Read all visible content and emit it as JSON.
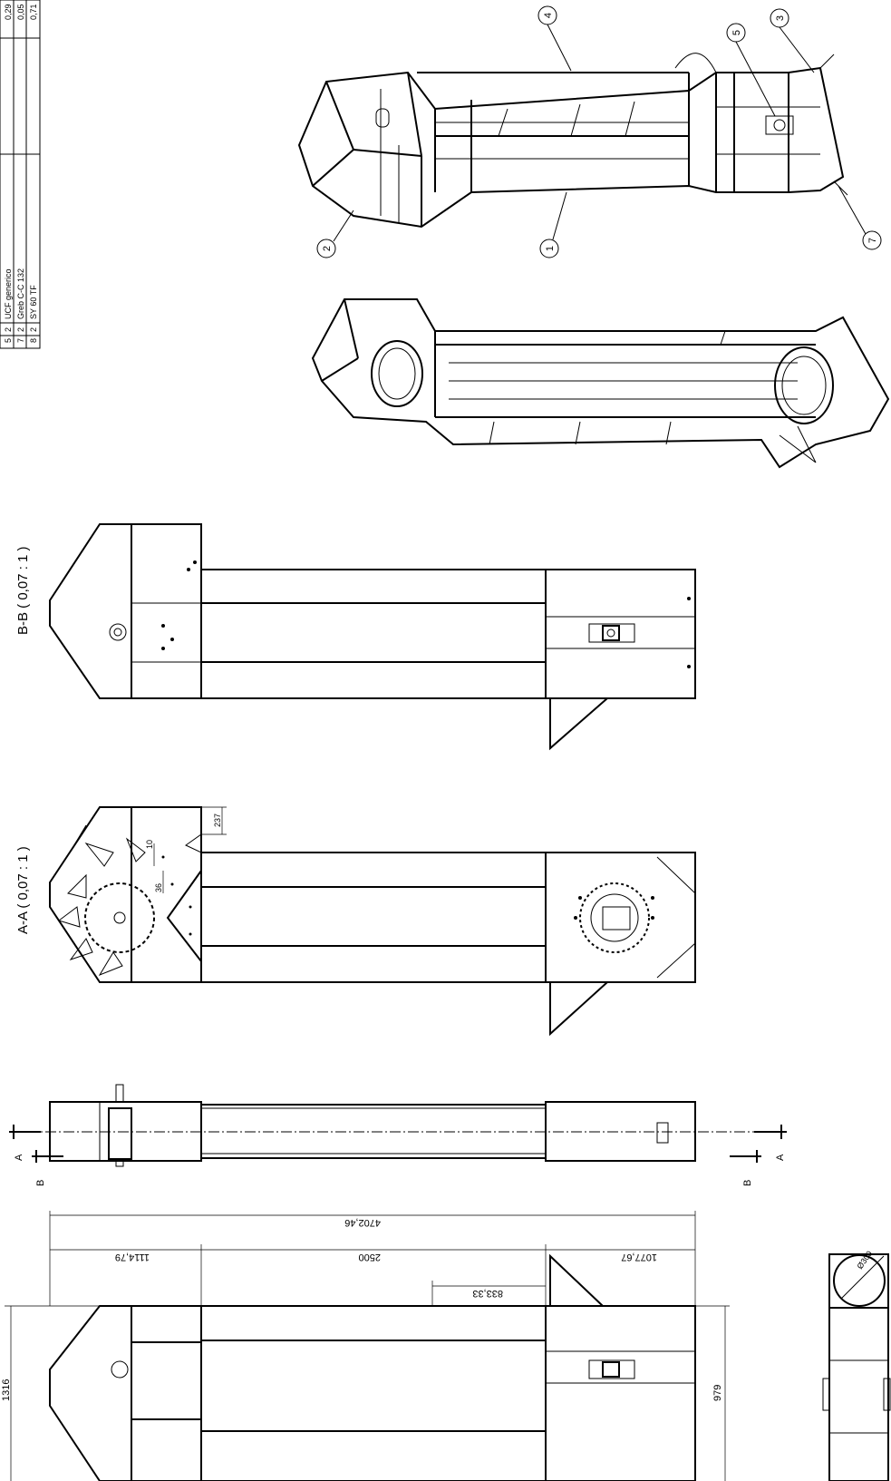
{
  "parts_table": {
    "rows": [
      {
        "item": "5",
        "qty": "2",
        "desc": "UCF generico",
        "mass": "0,29"
      },
      {
        "item": "7",
        "qty": "2",
        "desc": "Greb C-C 132",
        "mass": "0,05"
      },
      {
        "item": "8",
        "qty": "2",
        "desc": "SY 60 TF",
        "mass": "0,71"
      }
    ]
  },
  "balloons": [
    "4",
    "3",
    "5",
    "2",
    "1",
    "7"
  ],
  "sections": {
    "bb_title": "B-B ( 0,07 : 1 )",
    "aa_title": "A-A  ( 0,07 : 1 )",
    "letter_a": "A",
    "letter_b": "B"
  },
  "dimensions": {
    "d237": "237",
    "d10": "10",
    "d36": "36",
    "total": "4702,46",
    "left": "1114,79",
    "middle": "2500",
    "right": "1077,67",
    "third": "833,33",
    "height": "1316",
    "width": "979",
    "diameter": "Ø300"
  }
}
